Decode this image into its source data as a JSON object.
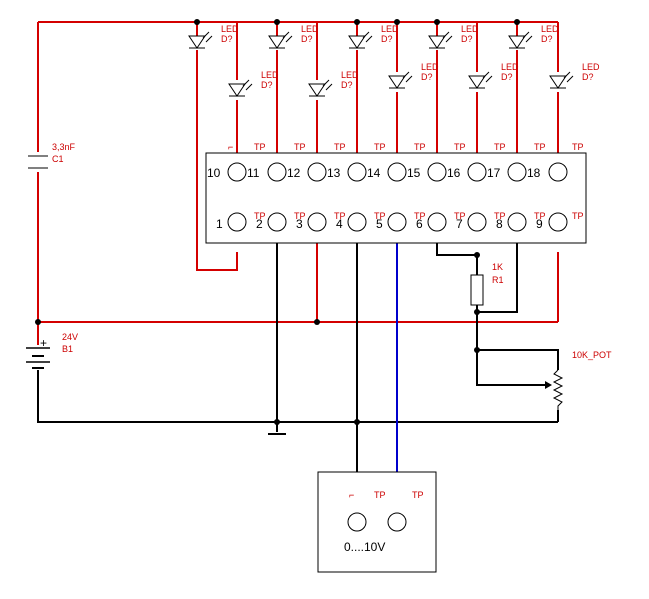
{
  "components": {
    "capacitor": {
      "value": "3,3nF",
      "ref": "C1"
    },
    "battery": {
      "value": "24V",
      "ref": "B1",
      "plus": "+"
    },
    "resistor": {
      "value": "1K",
      "ref": "R1"
    },
    "pot": {
      "value": "10K_POT"
    },
    "led": {
      "type": "LED",
      "ref": "D?"
    },
    "tp_label": "TP",
    "output_label": "0....10V"
  },
  "connector": {
    "top_pins": [
      "10",
      "11",
      "12",
      "13",
      "14",
      "15",
      "16",
      "17",
      "18"
    ],
    "bottom_pins": [
      "1",
      "2",
      "3",
      "4",
      "5",
      "6",
      "7",
      "8",
      "9"
    ]
  },
  "colors": {
    "wire_red": "#d40000",
    "wire_black": "#000000",
    "wire_blue": "#0000cc",
    "label_red": "#cc0000"
  }
}
